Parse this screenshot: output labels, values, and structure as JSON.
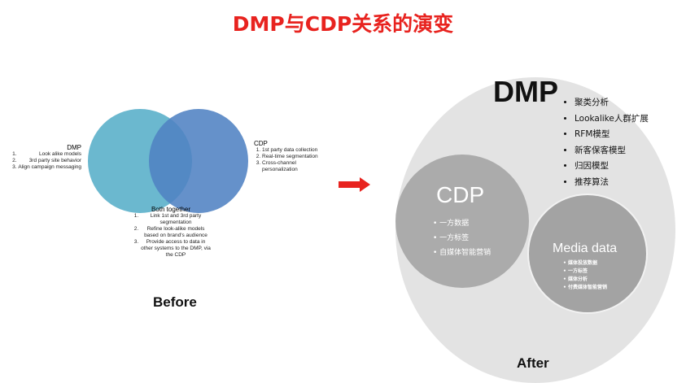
{
  "title": "DMP与CDP关系的演变",
  "before": {
    "label": "Before",
    "dmp": {
      "title": "DMP",
      "items": [
        "Look alike models",
        "3rd party site behavior",
        "Align campaign messaging"
      ]
    },
    "cdp": {
      "title": "CDP",
      "items": [
        "1st party data collection",
        "Real-time segmentation",
        "Cross-channel personalization"
      ]
    },
    "both": {
      "title": "Both together",
      "items": [
        "Link 1st and 3rd party segmentation",
        "Refine look-alike models based on brand's audience",
        "Provide access to data in other systems to the DMP, via the CDP"
      ]
    }
  },
  "after": {
    "label": "After",
    "dmp": {
      "title": "DMP",
      "items": [
        "聚类分析",
        "Lookalike人群扩展",
        "RFM模型",
        "新客保客模型",
        "归因模型",
        "推荐算法"
      ]
    },
    "cdp": {
      "title": "CDP",
      "items": [
        "一方数据",
        "一方标签",
        "自媒体智能营销"
      ]
    },
    "media": {
      "title": "Media data",
      "items": [
        "媒体投放数据",
        "一方标签",
        "媒体分析",
        "付费媒体智能营销"
      ]
    }
  },
  "colors": {
    "title": "#e8231f",
    "dmp_circle": "#6bb8cf",
    "cdp_circle": "#5b8ac4",
    "arrow": "#e8231f"
  }
}
